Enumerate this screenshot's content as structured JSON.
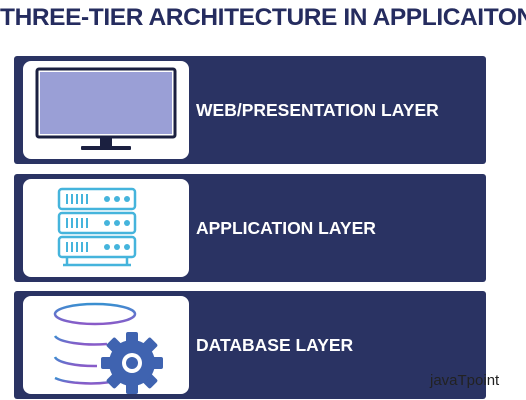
{
  "title": "THREE-TIER ARCHITECTURE IN APPLICAITON",
  "tiers": [
    {
      "label": "WEB/PRESENTATION LAYER",
      "icon": "monitor-icon"
    },
    {
      "label": "APPLICATION LAYER",
      "icon": "server-stack-icon"
    },
    {
      "label": "DATABASE LAYER",
      "icon": "database-gear-icon"
    }
  ],
  "brand": "javaTpoint",
  "colors": {
    "panel": "#2a3363",
    "title": "#252c5f",
    "monitor_screen": "#9a9fd6",
    "server_accent": "#45b4dc",
    "database_accent": "#8a5ac8",
    "gear": "#3f63b0"
  }
}
